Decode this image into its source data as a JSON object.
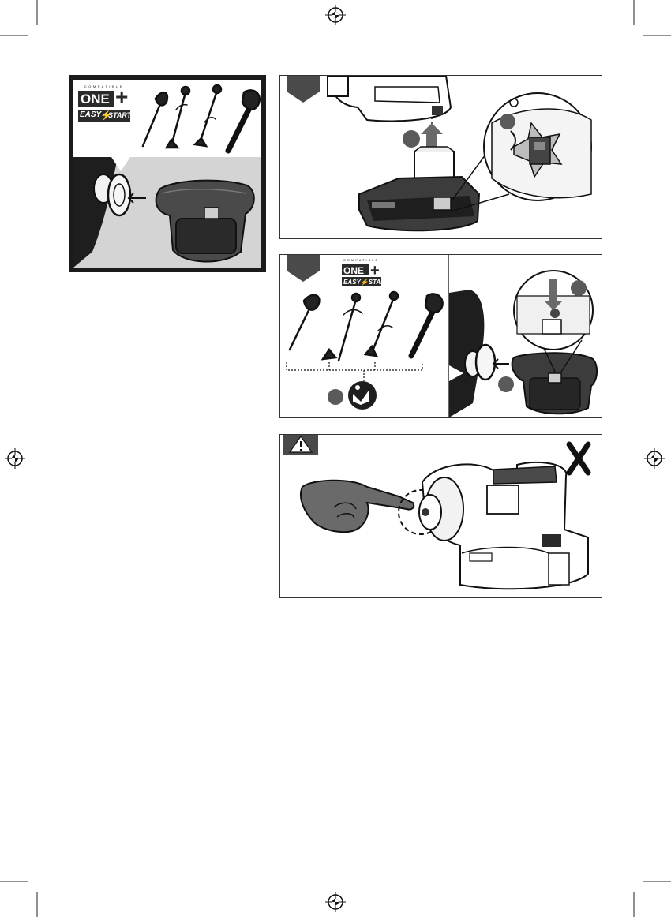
{
  "logo": {
    "compatible": "COMPATIBLE",
    "brand": "ONE",
    "plus": "+",
    "easy": "EASY",
    "start": "START"
  },
  "colors": {
    "panel_border": "#333333",
    "dark_gray": "#3a3a3a",
    "mid_gray": "#8a8a8a",
    "light_gray": "#d4d4d4",
    "line": "#222222"
  },
  "icons": {
    "warning": "warning-triangle-icon",
    "read_manual": "read-manual-icon",
    "prohibited": "prohibited-x-icon",
    "registration": "registration-mark-icon"
  }
}
